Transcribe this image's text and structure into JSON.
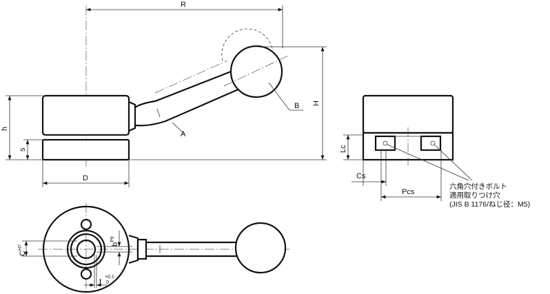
{
  "labels": {
    "R": "R",
    "H": "H",
    "B": "B",
    "A": "A",
    "h": "h",
    "s": "s",
    "D": "D",
    "Lc": "Lc",
    "Cs": "Cs",
    "Pcs": "Pcs",
    "C": "C",
    "C_tol": "H7",
    "b": "b",
    "b_tol": "P9",
    "t": "t",
    "t_tol_upper": "+0.1",
    "t_tol_lower": "0"
  },
  "note": {
    "line1": "六角穴付きボルト",
    "line2": "適用取りつけ穴",
    "line3": "(JIS B 1176/ねじ径：M5)"
  }
}
